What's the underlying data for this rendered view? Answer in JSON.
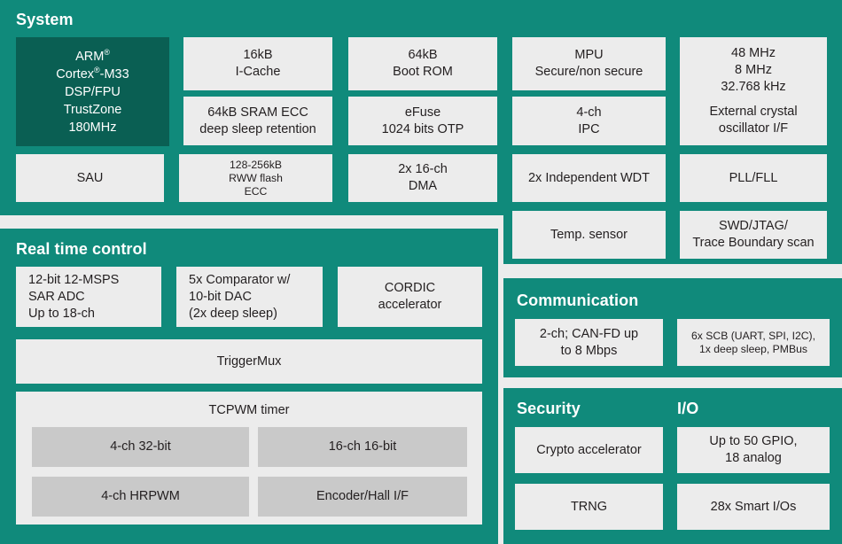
{
  "diagram": {
    "accent_teal": "#108a7b",
    "accent_dark_teal": "#0a5f53",
    "block_gray": "#ececec",
    "inner_gray": "#c9c9c9",
    "text_color": "#231f20"
  },
  "system": {
    "title": "System",
    "cpu": {
      "lines": [
        "ARM®",
        "Cortex®-M33",
        "DSP/FPU",
        "TrustZone",
        "180MHz"
      ]
    },
    "sau": "SAU",
    "icache": [
      "16kB",
      "I-Cache"
    ],
    "sram": [
      "64kB SRAM ECC",
      "deep sleep retention"
    ],
    "flash": [
      "128-256kB",
      "RWW flash",
      "ECC"
    ],
    "bootrom": [
      "64kB",
      "Boot ROM"
    ],
    "efuse": [
      "eFuse",
      "1024 bits OTP"
    ],
    "dma": [
      "2x 16-ch",
      "DMA"
    ],
    "mpu": [
      "MPU",
      "Secure/non secure"
    ],
    "ipc": [
      "4-ch",
      "IPC"
    ],
    "wdt": [
      "2x Independent WDT"
    ],
    "clocks": [
      "48 MHz",
      "8 MHz",
      "32.768 kHz",
      "",
      "External crystal",
      "oscillator I/F"
    ],
    "pll": [
      "PLL/FLL"
    ],
    "temp": [
      "Temp. sensor"
    ],
    "debug": [
      "SWD/JTAG/",
      "Trace Boundary scan"
    ]
  },
  "realtime": {
    "title": "Real time control",
    "adc": [
      "12-bit 12-MSPS",
      "SAR ADC",
      "Up to 18-ch"
    ],
    "comparator": [
      "5x Comparator w/",
      "10-bit DAC",
      "(2x deep sleep)"
    ],
    "cordic": [
      "CORDIC",
      "accelerator"
    ],
    "triggermux": "TriggerMux",
    "tcpwm": {
      "title": "TCPWM timer",
      "blocks": [
        "4-ch 32-bit",
        "16-ch 16-bit",
        "4-ch HRPWM",
        "Encoder/Hall I/F"
      ]
    }
  },
  "communication": {
    "title": "Communication",
    "canfd": [
      "2-ch; CAN-FD up",
      "to 8 Mbps"
    ],
    "scb": [
      "6x SCB (UART, SPI, I2C),",
      "1x deep sleep, PMBus"
    ]
  },
  "security": {
    "title": "Security",
    "crypto": [
      "Crypto accelerator"
    ],
    "trng": [
      "TRNG"
    ]
  },
  "io": {
    "title": "I/O",
    "gpio": [
      "Up to 50 GPIO,",
      "18 analog"
    ],
    "smartio": [
      "28x Smart I/Os"
    ]
  }
}
